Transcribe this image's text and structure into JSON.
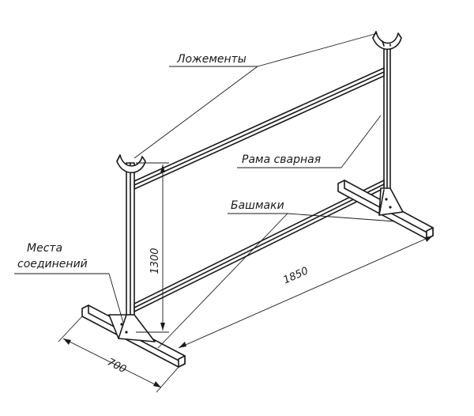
{
  "labels": {
    "cradles": "Ложементы",
    "frame": "Рама сварная",
    "shoes": "Башмаки",
    "joints_line1": "Места",
    "joints_line2": "соединений"
  },
  "dimensions": {
    "height": "1300",
    "length": "1850",
    "width": "700"
  }
}
